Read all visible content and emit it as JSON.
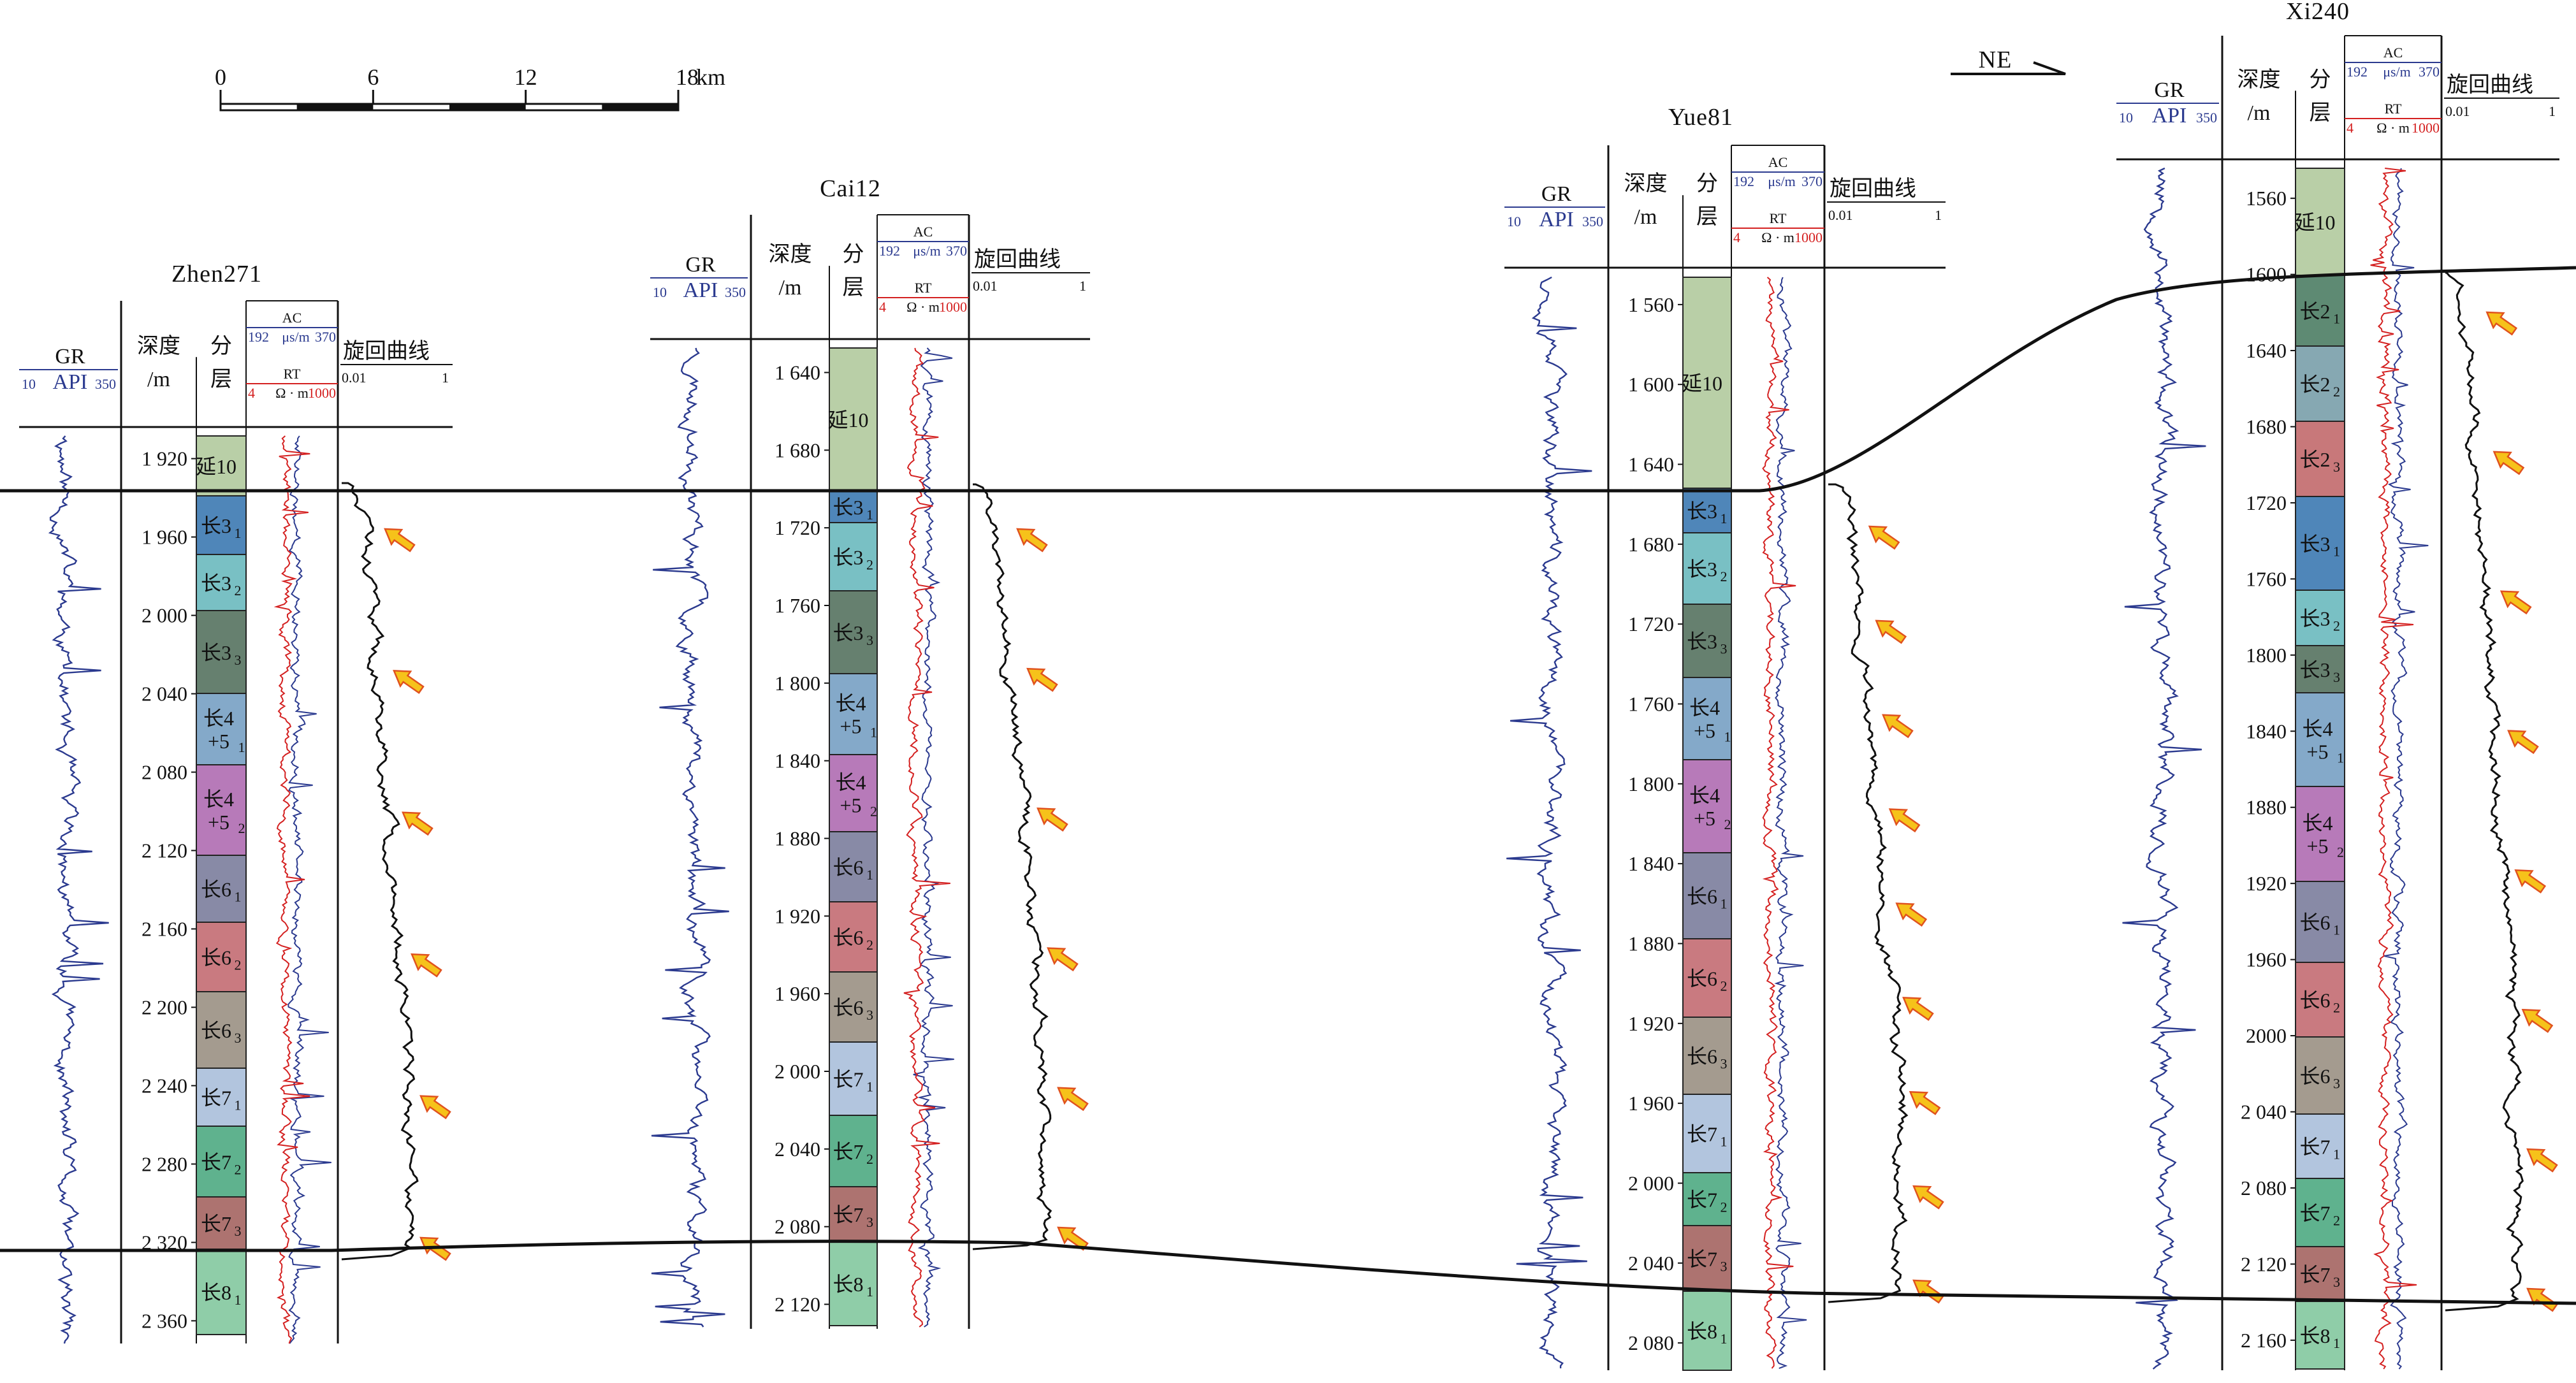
{
  "scale_bar": {
    "ticks": [
      "0",
      "6",
      "12",
      "18"
    ],
    "unit": "km"
  },
  "direction": "NE",
  "headers": {
    "gr": "GR",
    "api_min": "10",
    "api_unit": "API",
    "api_max": "350",
    "depth": "深度",
    "depth_unit": "/m",
    "layer": "分层",
    "ac": "AC",
    "ac_min": "192",
    "ac_unit": "μs/m",
    "ac_max": "370",
    "rt": "RT",
    "rt_min": "4",
    "rt_unit": "Ω · m",
    "rt_max": "1000",
    "cycle": "旋回曲线",
    "cycle_min": "0.01",
    "cycle_max": "1"
  },
  "colors": {
    "gr": "#2b3a8f",
    "ac": "#2b3a8f",
    "rt": "#d42020",
    "cycle": "#111111",
    "arrow_fill": "#f6c21a",
    "arrow_stroke": "#e0521e",
    "layers": {
      "延10": "#b9cfa7",
      "长2_1": "#5e8a73",
      "长2_2": "#86a8b2",
      "长2_3": "#c8787a",
      "长3_1": "#4f86b9",
      "长3_2": "#79c0c4",
      "长3_3": "#66806f",
      "长4+5_1": "#84a9c9",
      "长4+5_2": "#b77ab9",
      "长6_1": "#888aa6",
      "长6_2": "#c97a80",
      "长6_3": "#a49b8f",
      "长7_1": "#b2c5de",
      "长7_2": "#5fb28e",
      "长7_3": "#ad7370",
      "长8_1": "#8fcda8"
    }
  },
  "wells": [
    {
      "name": "Zhen271",
      "depth_ticks": [
        "1 920",
        "1 960",
        "2 000",
        "2 040",
        "2 080",
        "2 120",
        "2 160",
        "2 200",
        "2 240",
        "2 280",
        "2 320",
        "2 360"
      ],
      "layers": [
        {
          "key": "延10",
          "main": "延10",
          "sub": ""
        },
        {
          "key": "长3_1",
          "main": "长3",
          "sub": "1"
        },
        {
          "key": "长3_2",
          "main": "长3",
          "sub": "2"
        },
        {
          "key": "长3_3",
          "main": "长3",
          "sub": "3"
        },
        {
          "key": "长4+5_1",
          "main": "长4",
          "main2": "+5",
          "sub": "1"
        },
        {
          "key": "长4+5_2",
          "main": "长4",
          "main2": "+5",
          "sub": "2"
        },
        {
          "key": "长6_1",
          "main": "长6",
          "sub": "1"
        },
        {
          "key": "长6_2",
          "main": "长6",
          "sub": "2"
        },
        {
          "key": "长6_3",
          "main": "长6",
          "sub": "3"
        },
        {
          "key": "长7_1",
          "main": "长7",
          "sub": "1"
        },
        {
          "key": "长7_2",
          "main": "长7",
          "sub": "2"
        },
        {
          "key": "长7_3",
          "main": "长7",
          "sub": "3"
        },
        {
          "key": "长8_1",
          "main": "长8",
          "sub": "1"
        }
      ]
    },
    {
      "name": "Cai12",
      "depth_ticks": [
        "1 640",
        "1 680",
        "1 720",
        "1 760",
        "1 800",
        "1 840",
        "1 880",
        "1 920",
        "1 960",
        "2 000",
        "2 040",
        "2 080",
        "2 120"
      ],
      "layers": [
        {
          "key": "延10",
          "main": "延10",
          "sub": ""
        },
        {
          "key": "长3_1",
          "main": "长3",
          "sub": "1"
        },
        {
          "key": "长3_2",
          "main": "长3",
          "sub": "2"
        },
        {
          "key": "长3_3",
          "main": "长3",
          "sub": "3"
        },
        {
          "key": "长4+5_1",
          "main": "长4",
          "main2": "+5",
          "sub": "1"
        },
        {
          "key": "长4+5_2",
          "main": "长4",
          "main2": "+5",
          "sub": "2"
        },
        {
          "key": "长6_1",
          "main": "长6",
          "sub": "1"
        },
        {
          "key": "长6_2",
          "main": "长6",
          "sub": "2"
        },
        {
          "key": "长6_3",
          "main": "长6",
          "sub": "3"
        },
        {
          "key": "长7_1",
          "main": "长7",
          "sub": "1"
        },
        {
          "key": "长7_2",
          "main": "长7",
          "sub": "2"
        },
        {
          "key": "长7_3",
          "main": "长7",
          "sub": "3"
        },
        {
          "key": "长8_1",
          "main": "长8",
          "sub": "1"
        }
      ]
    },
    {
      "name": "Yue81",
      "depth_ticks": [
        "1 560",
        "1 600",
        "1 640",
        "1 680",
        "1 720",
        "1 760",
        "1 800",
        "1 840",
        "1 880",
        "1 920",
        "1 960",
        "2 000",
        "2 040",
        "2 080"
      ],
      "layers": [
        {
          "key": "延10",
          "main": "延10",
          "sub": ""
        },
        {
          "key": "长3_1",
          "main": "长3",
          "sub": "1"
        },
        {
          "key": "长3_2",
          "main": "长3",
          "sub": "2"
        },
        {
          "key": "长3_3",
          "main": "长3",
          "sub": "3"
        },
        {
          "key": "长4+5_1",
          "main": "长4",
          "main2": "+5",
          "sub": "1"
        },
        {
          "key": "长4+5_2",
          "main": "长4",
          "main2": "+5",
          "sub": "2"
        },
        {
          "key": "长6_1",
          "main": "长6",
          "sub": "1"
        },
        {
          "key": "长6_2",
          "main": "长6",
          "sub": "2"
        },
        {
          "key": "长6_3",
          "main": "长6",
          "sub": "3"
        },
        {
          "key": "长7_1",
          "main": "长7",
          "sub": "1"
        },
        {
          "key": "长7_2",
          "main": "长7",
          "sub": "2"
        },
        {
          "key": "长7_3",
          "main": "长7",
          "sub": "3"
        },
        {
          "key": "长8_1",
          "main": "长8",
          "sub": "1"
        }
      ]
    },
    {
      "name": "Xi240",
      "depth_ticks": [
        "1560",
        "1600",
        "1640",
        "1680",
        "1720",
        "1760",
        "1800",
        "1840",
        "1880",
        "1920",
        "1960",
        "2000",
        "2 040",
        "2 080",
        "2 120",
        "2 160"
      ],
      "layers": [
        {
          "key": "延10",
          "main": "延10",
          "sub": ""
        },
        {
          "key": "长2_1",
          "main": "长2",
          "sub": "1"
        },
        {
          "key": "长2_2",
          "main": "长2",
          "sub": "2"
        },
        {
          "key": "长2_3",
          "main": "长2",
          "sub": "3"
        },
        {
          "key": "长3_1",
          "main": "长3",
          "sub": "1"
        },
        {
          "key": "长3_2",
          "main": "长3",
          "sub": "2"
        },
        {
          "key": "长3_3",
          "main": "长3",
          "sub": "3"
        },
        {
          "key": "长4+5_1",
          "main": "长4",
          "main2": "+5",
          "sub": "1"
        },
        {
          "key": "长4+5_2",
          "main": "长4",
          "main2": "+5",
          "sub": "2"
        },
        {
          "key": "长6_1",
          "main": "长6",
          "sub": "1"
        },
        {
          "key": "长6_2",
          "main": "长6",
          "sub": "2"
        },
        {
          "key": "长6_3",
          "main": "长6",
          "sub": "3"
        },
        {
          "key": "长7_1",
          "main": "长7",
          "sub": "1"
        },
        {
          "key": "长7_2",
          "main": "长7",
          "sub": "2"
        },
        {
          "key": "长7_3",
          "main": "长7",
          "sub": "3"
        },
        {
          "key": "长8_1",
          "main": "长8",
          "sub": "1"
        }
      ]
    }
  ]
}
